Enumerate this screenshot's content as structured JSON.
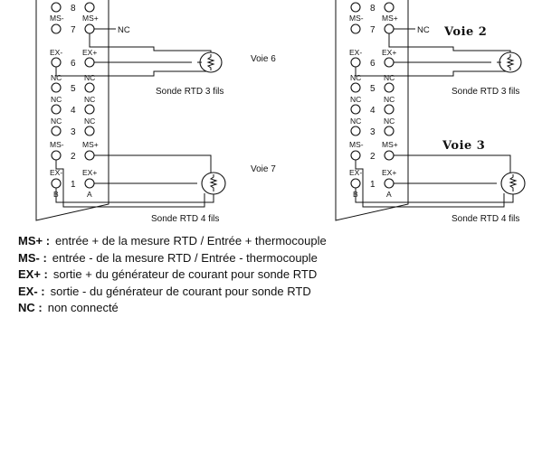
{
  "left_panel": {
    "top_terms": {
      "ms_minus": "MS-",
      "ms_plus": "MS+"
    },
    "top_numbers": [
      "8",
      "7"
    ],
    "nc_wire_label": "NC",
    "pair6": {
      "minus": "EX-",
      "plus": "EX+",
      "number": "6"
    },
    "pair5": {
      "minus": "NC",
      "plus": "NC",
      "number": "5"
    },
    "pair4": {
      "minus": "NC",
      "plus": "NC",
      "number": "4"
    },
    "pair3": {
      "minus": "NC",
      "plus": "NC",
      "number": "3"
    },
    "pair2": {
      "minus": "MS-",
      "plus": "MS+",
      "number": "2"
    },
    "pair1": {
      "minus": "EX-",
      "plus": "EX+",
      "number": "1"
    },
    "pair1_sub": {
      "minus": "B",
      "plus": "A"
    },
    "channel_a": "Voie 6",
    "channel_b": "Voie 7",
    "sensor_a": "Sonde RTD 3 fils",
    "sensor_b": "Sonde RTD 4 fils"
  },
  "right_panel": {
    "top_terms": {
      "ms_minus": "MS-",
      "ms_plus": "MS+"
    },
    "top_numbers": [
      "8",
      "7"
    ],
    "nc_wire_label": "NC",
    "pair6": {
      "minus": "EX-",
      "plus": "EX+",
      "number": "6"
    },
    "pair5": {
      "minus": "NC",
      "plus": "NC",
      "number": "5"
    },
    "pair4": {
      "minus": "NC",
      "plus": "NC",
      "number": "4"
    },
    "pair3": {
      "minus": "NC",
      "plus": "NC",
      "number": "3"
    },
    "pair2": {
      "minus": "MS-",
      "plus": "MS+",
      "number": "2"
    },
    "pair1": {
      "minus": "EX-",
      "plus": "EX+",
      "number": "1"
    },
    "pair1_sub": {
      "minus": "B",
      "plus": "A"
    },
    "channel_a": "Voie 2",
    "channel_b": "Voie 3",
    "sensor_a": "Sonde RTD 3 fils",
    "sensor_b": "Sonde RTD 4 fils"
  },
  "legend": [
    {
      "key": "MS+ :",
      "text": "entrée + de la mesure RTD / Entrée + thermocouple"
    },
    {
      "key": "MS- :",
      "text": "entrée - de la mesure RTD / Entrée - thermocouple"
    },
    {
      "key": "EX+ :",
      "text": "sortie + du générateur de courant pour sonde RTD"
    },
    {
      "key": "EX- :",
      "text": "sortie - du générateur de courant pour sonde RTD"
    },
    {
      "key": "NC :",
      "text": "non connecté"
    }
  ],
  "colors": {
    "ink": "#111111",
    "background": "#ffffff"
  }
}
